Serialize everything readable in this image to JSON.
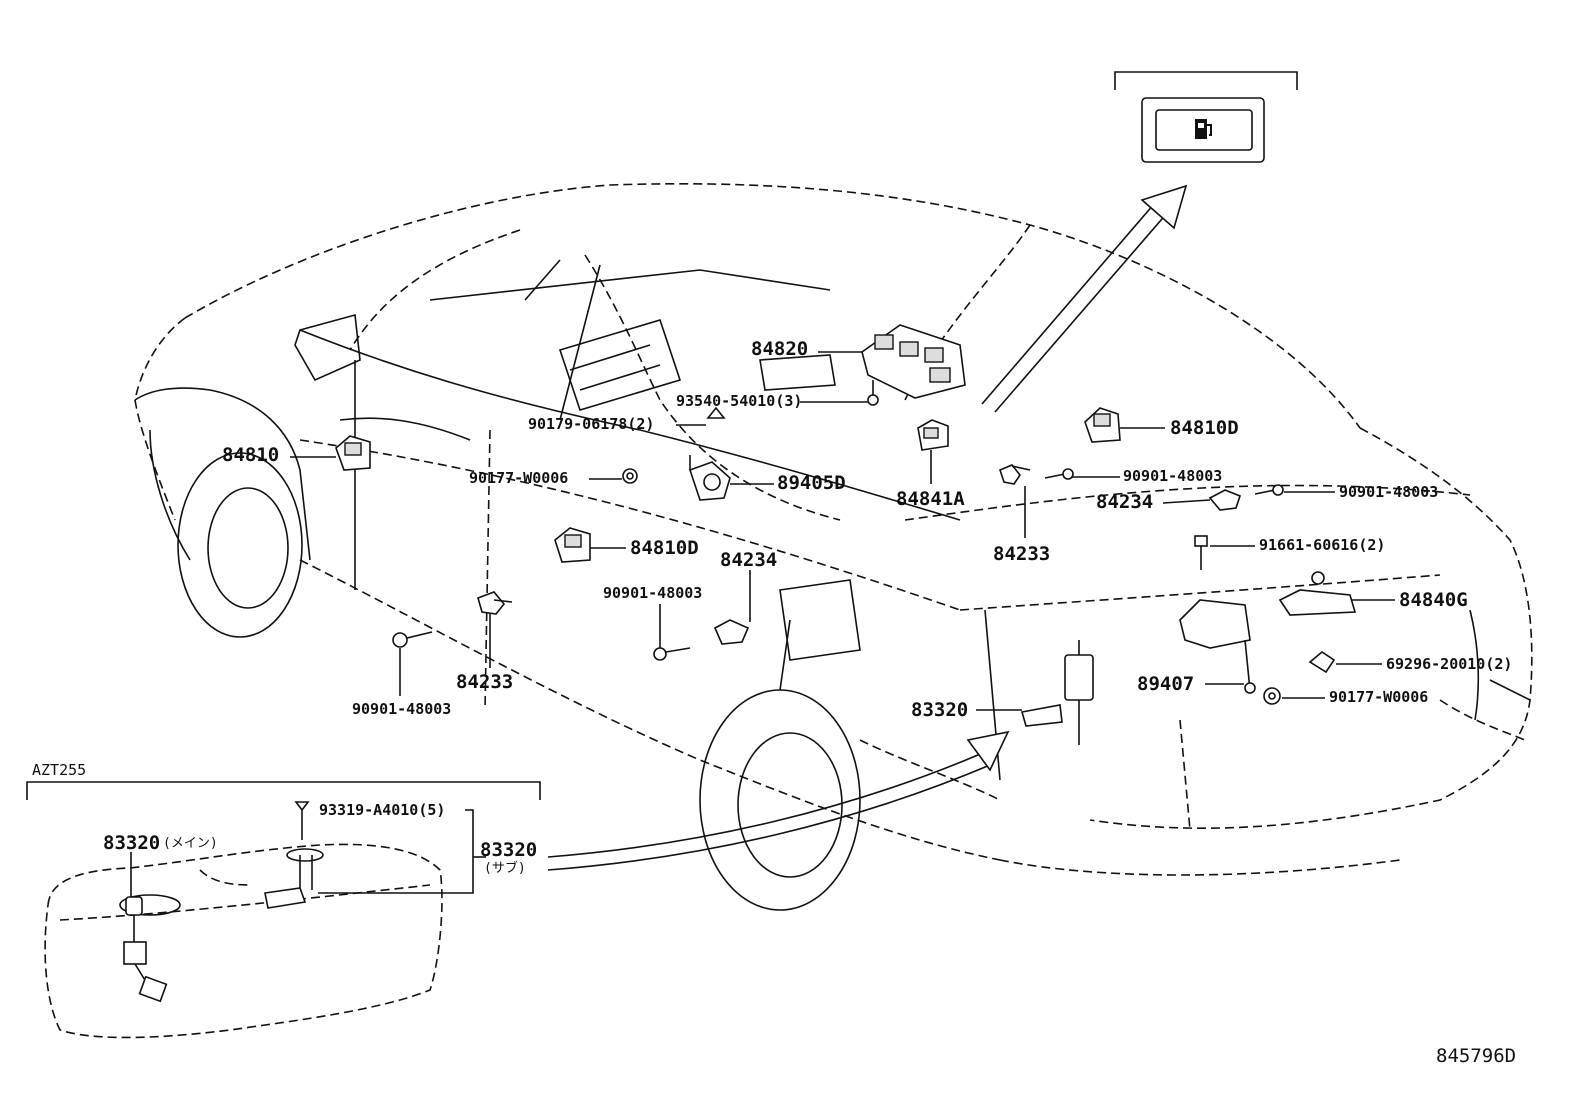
{
  "diagram_code": "845796D",
  "variant_label": "AZT255",
  "callouts": {
    "p84820": "84820",
    "p93540": "93540-54010(3)",
    "p90179": "90179-06178(2)",
    "p84810": "84810",
    "p90177_left": "90177-W0006",
    "p89405d": "89405D",
    "p84841a": "84841A",
    "p84810d_right": "84810D",
    "p90901_mid": "90901-48003",
    "p84234_right": "84234",
    "p90901_right": "90901-48003",
    "p84233_right": "84233",
    "p91661": "91661-60616(2)",
    "p84840g": "84840G",
    "p69296": "69296-20010(2)",
    "p89407": "89407",
    "p90177_right": "90177-W0006",
    "p83320_body": "83320",
    "p84810d_left": "84810D",
    "p84234_left": "84234",
    "p90901_left_mid": "90901-48003",
    "p84233_left": "84233",
    "p90901_left_bottom": "90901-48003",
    "p93319": "93319-A4010(5)",
    "p83320_main": "83320",
    "p83320_main_note": "(メイン)",
    "p83320_sub": "83320",
    "p83320_sub_note": "(サブ)"
  }
}
